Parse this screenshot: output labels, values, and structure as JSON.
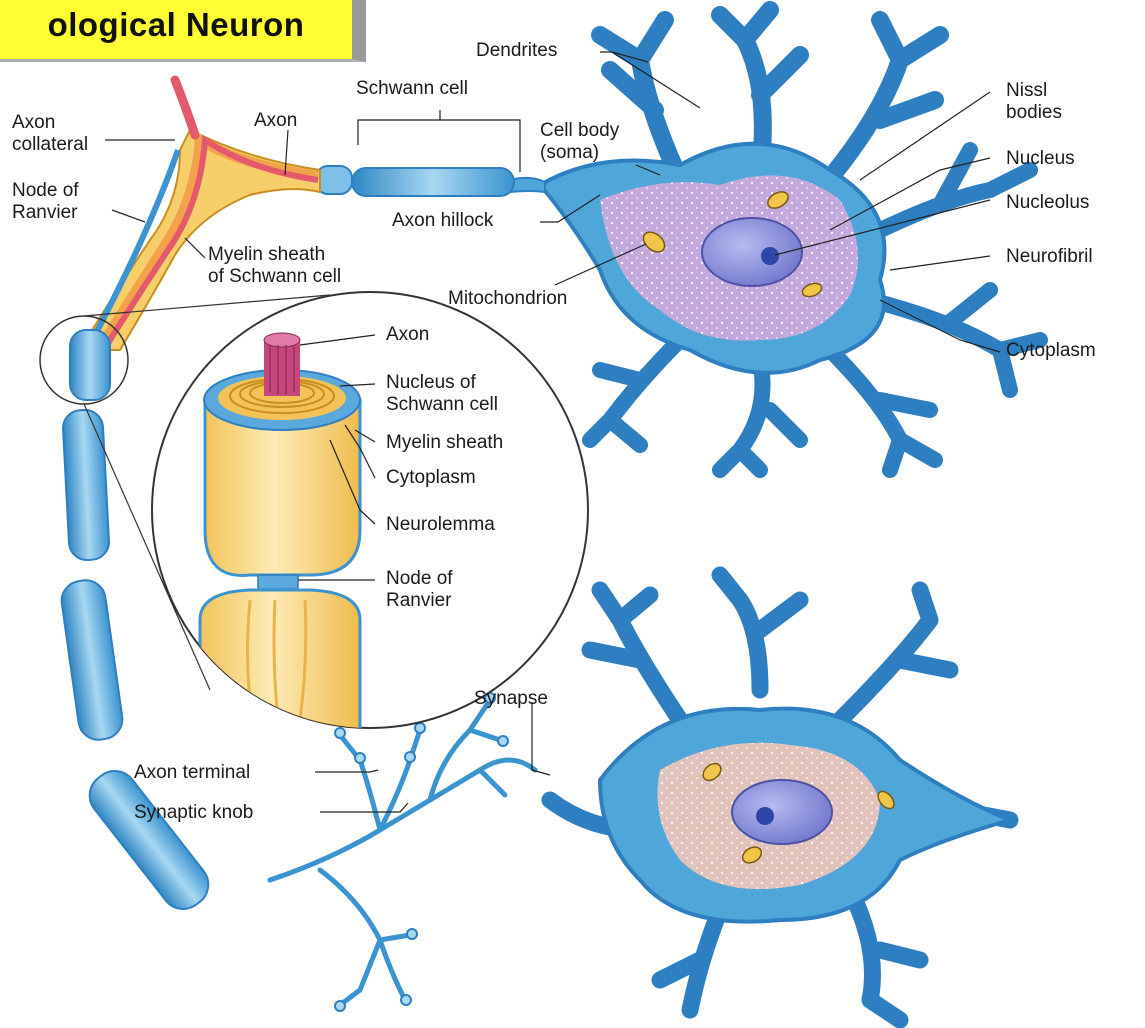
{
  "title": "ological Neuron",
  "labels": {
    "dendrites": "Dendrites",
    "schwann_cell": "Schwann cell",
    "axon_top": "Axon",
    "axon_collateral_1": "Axon",
    "axon_collateral_2": "collateral",
    "cell_body_1": "Cell body",
    "cell_body_2": "(soma)",
    "nissl_1": "Nissl",
    "nissl_2": "bodies",
    "nucleus": "Nucleus",
    "nucleolus": "Nucleolus",
    "neurofibril": "Neurofibril",
    "cytoplasm_right": "Cytoplasm",
    "node_ranvier_top_1": "Node of",
    "node_ranvier_top_2": "Ranvier",
    "axon_hillock": "Axon hillock",
    "myelin_schwann_1": "Myelin sheath",
    "myelin_schwann_2": "of Schwann cell",
    "mitochondrion": "Mitochondrion",
    "axon_inset": "Axon",
    "nucleus_schwann_1": "Nucleus of",
    "nucleus_schwann_2": "Schwann cell",
    "myelin_sheath": "Myelin sheath",
    "cytoplasm_inset": "Cytoplasm",
    "neurolemma": "Neurolemma",
    "node_ranvier_inset_1": "Node of",
    "node_ranvier_inset_2": "Ranvier",
    "synapse": "Synapse",
    "axon_terminal": "Axon terminal",
    "synaptic_knob": "Synaptic knob"
  },
  "colors": {
    "title_bg": "#ffff33",
    "membrane_blue": "#4ea6d9",
    "soma_pink": "#d9a9dc",
    "soma_peach": "#f2c6b8",
    "nucleus": "#8a8fd6",
    "myelin_yellow": "#f6cf6a",
    "axon_red": "#e45a6c",
    "axon_orange": "#f2a24a"
  }
}
